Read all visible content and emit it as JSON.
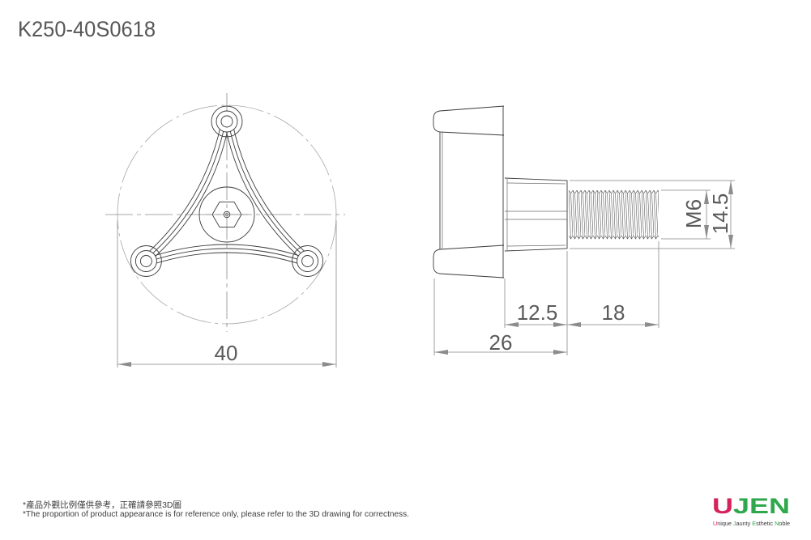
{
  "drawing": {
    "part_number": "K250-40S0618",
    "front_view": {
      "dimensions": {
        "overall_diameter": "40"
      }
    },
    "side_view": {
      "dimensions": {
        "shank_length": "12.5",
        "thread_length": "18",
        "head_to_shoulder": "26",
        "thread_size": "M6",
        "shank_diameter": "14.5"
      }
    }
  },
  "footnotes": {
    "zh": "*產品外觀比例僅供參考，正確請參照3D圖",
    "en": "*The proportion of product appearance is for reference only, please refer to the 3D drawing for correctness."
  },
  "brand": {
    "mark_first": "U",
    "mark_rest": "JEN",
    "colors": {
      "primary": "#d6235b",
      "secondary": "#2fa84c"
    },
    "tagline_segments": [
      {
        "text": "U",
        "accent": "primary"
      },
      {
        "text": "nique ",
        "accent": "none"
      },
      {
        "text": "J",
        "accent": "secondary"
      },
      {
        "text": "aunty ",
        "accent": "none"
      },
      {
        "text": "E",
        "accent": "secondary"
      },
      {
        "text": "sthetic ",
        "accent": "none"
      },
      {
        "text": "N",
        "accent": "secondary"
      },
      {
        "text": "oble",
        "accent": "none"
      }
    ]
  }
}
